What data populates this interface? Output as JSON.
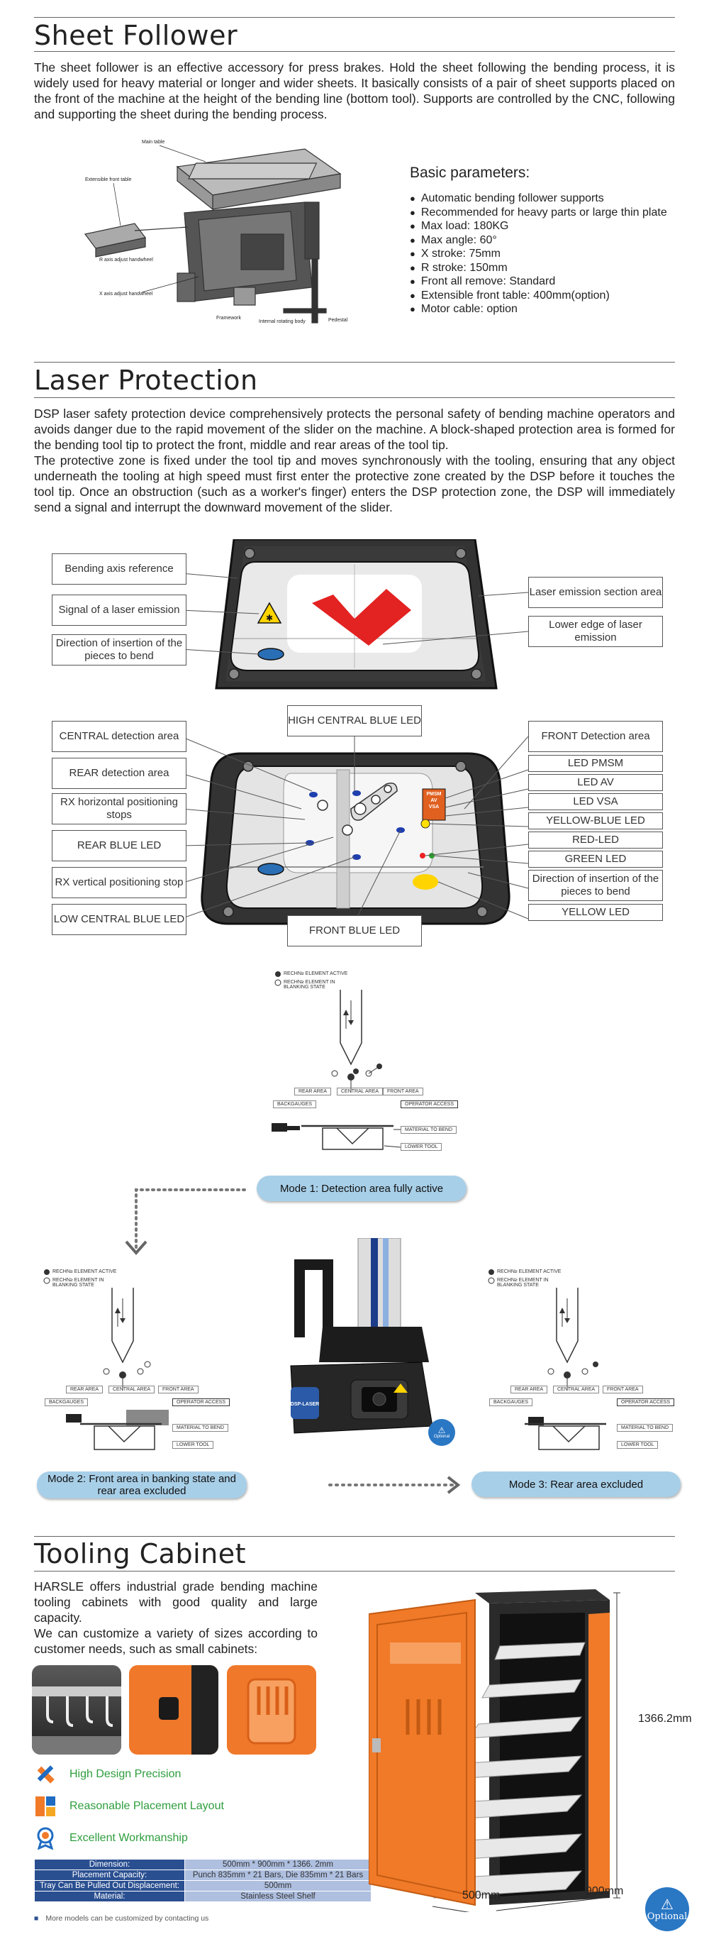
{
  "sheet_follower": {
    "title": "Sheet Follower",
    "description": "The sheet follower is an effective accessory for press brakes. Hold the sheet following the bending process, it is widely used for heavy material or longer and wider sheets. It basically consists of a pair of sheet supports placed on the front of the machine at the height of the bending line (bottom tool). Supports are controlled by the CNC, following and supporting the sheet during the bending process.",
    "diagram_labels": [
      "Main table",
      "Extensible front table",
      "R axis adjust handwheel",
      "X axis adjust handwheel",
      "Framework",
      "Internal rotating body",
      "Pedestal"
    ],
    "params_title": "Basic parameters:",
    "params": [
      "Automatic bending follower supports",
      "Recommended for heavy parts or large thin plate",
      "Max load: 180KG",
      "Max angle: 60°",
      "X stroke: 75mm",
      "R stroke: 150mm",
      "Front all remove: Standard",
      "Extensible front table: 400mm(option)",
      "Motor cable: option"
    ]
  },
  "laser_protection": {
    "title": "Laser Protection",
    "p1": "DSP laser safety protection device comprehensively protects the personal safety of bending machine operators and avoids danger due to the rapid movement of the slider on the machine. A block-shaped protection area is formed for the bending tool tip to protect the front, middle and rear areas of the tool tip.",
    "p2": "The protective zone is fixed under the tool tip and moves synchronously with the tooling, ensuring that any object underneath the tooling at high speed must first enter the protective zone created by the DSP before it touches the tool tip. Once an obstruction (such as a worker's finger) enters the DSP protection zone, the DSP will immediately send a signal and interrupt the downward movement of the slider.",
    "diagram1": {
      "bending_axis": "Bending axis reference",
      "signal": "Signal of a laser emission",
      "direction": "Direction of insertion of the pieces to bend",
      "laser_section": "Laser emission section area",
      "lower_edge": "Lower edge of laser emission"
    },
    "diagram2": {
      "central": "CENTRAL detection area",
      "rear": "REAR detection area",
      "rx_horizontal": "RX horizontal positioning stops",
      "rear_blue": "REAR BLUE LED",
      "rx_vertical": "RX vertical positioning stop",
      "low_central": "LOW CENTRAL BLUE LED",
      "high_central": "HIGH CENTRAL BLUE LED",
      "front_blue": "FRONT BLUE LED",
      "front_detection": "FRONT Detection area",
      "pmsm": "LED PMSM",
      "av": "LED AV",
      "vsa": "LED VSA",
      "yellow_blue": "YELLOW-BLUE LED",
      "red": "RED-LED",
      "green": "GREEN LED",
      "direction": "Direction of insertion of the pieces to bend",
      "yellow": "YELLOW LED",
      "device_leds": [
        "PMSM",
        "AV",
        "VSA"
      ]
    },
    "mode_labels": {
      "active": "RECHN≥ ELEMENT ACTIVE",
      "blanking": "RECHN≥ ELEMENT IN BLANKING STATE",
      "rear_area": "REAR AREA",
      "central_area": "CENTRAL AREA",
      "front_area": "FRONT AREA",
      "backgauges": "BACKGAUGES",
      "operator_access": "OPERATOR ACCESS",
      "material_to_bend": "MATERIAL TO BEND",
      "lower_tool": "LOWER TOOL"
    },
    "mode1": "Mode 1: Detection area fully active",
    "mode2": "Mode 2: Front area in banking state and rear area excluded",
    "mode3": "Mode 3: Rear area excluded",
    "device_brand": "DSP-LASER",
    "optional": "Optional"
  },
  "tooling_cabinet": {
    "title": "Tooling Cabinet",
    "p1": "HARSLE offers industrial grade bending machine tooling cabinets with good quality and large capacity.",
    "p2": "We can customize a variety of sizes according to customer needs, such as small cabinets:",
    "features": [
      {
        "label": "High Design Precision",
        "icon": "ruler-pencil-icon"
      },
      {
        "label": "Reasonable Placement Layout",
        "icon": "layout-grid-icon"
      },
      {
        "label": "Excellent Workmanship",
        "icon": "award-badge-icon"
      }
    ],
    "specs": [
      {
        "k": "Dimension:",
        "v": "500mm * 900mm * 1366. 2mm"
      },
      {
        "k": "Placement Capacity:",
        "v": "Punch 835mm * 21 Bars, Die 835mm * 21 Bars"
      },
      {
        "k": "Tray Can Be Pulled Out Displacement:",
        "v": "500mm"
      },
      {
        "k": "Material:",
        "v": "Stainless Steel Shelf"
      }
    ],
    "note": "More models can be customized by contacting us",
    "dim_height": "1366.2mm",
    "dim_width": "500mm",
    "dim_depth": "900mm",
    "optional": "Optional",
    "accent": "#f57c20"
  }
}
